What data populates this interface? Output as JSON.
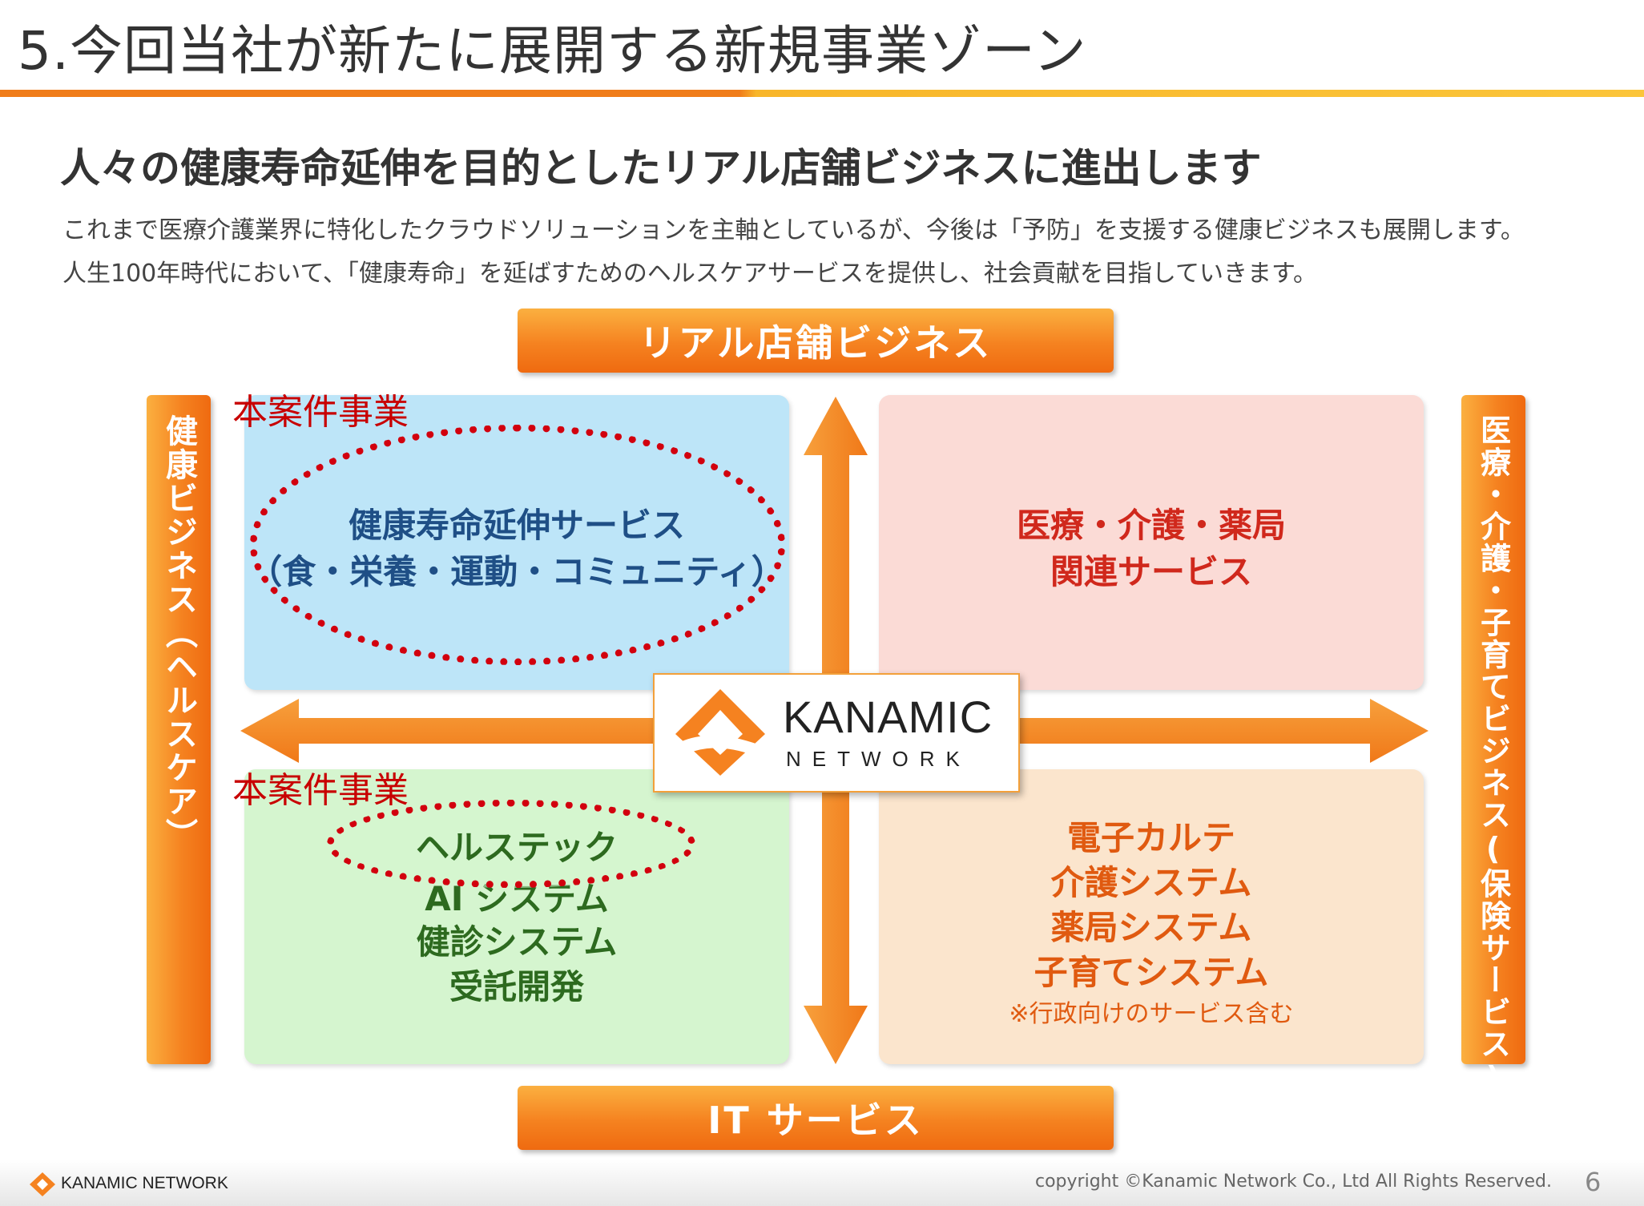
{
  "header": {
    "title": "5.今回当社が新たに展開する新規事業ゾーン"
  },
  "subtitle": "人々の健康寿命延伸を目的としたリアル店舗ビジネスに進出します",
  "description": {
    "line1": "これまで医療介護業界に特化したクラウドソリューションを主軸としているが、今後は「予防」を支援する健康ビジネスも展開します。",
    "line2": "人生100年時代において、「健康寿命」を延ばすためのヘルスケアサービスを提供し、社会貢献を目指していきます。"
  },
  "axes": {
    "top": "リアル店舗ビジネス",
    "bottom": "IT サービス",
    "left": "健康ビジネス（ヘルスケア）",
    "right": "医療・介護・子育てビジネス(保険サービス)"
  },
  "quadrants": {
    "top_left": {
      "line1": "健康寿命延伸サービス",
      "line2": "（食・栄養・運動・コミュニティ）",
      "label": "本案件事業"
    },
    "top_right": {
      "line1": "医療・介護・薬局",
      "line2": "関連サービス"
    },
    "bottom_left": {
      "label": "本案件事業",
      "items": [
        "ヘルステック",
        "AI システム",
        "健診システム",
        "受託開発"
      ]
    },
    "bottom_right": {
      "items": [
        "電子カルテ",
        "介護システム",
        "薬局システム",
        "子育てシステム"
      ],
      "note": "※行政向けのサービス含む"
    }
  },
  "center_logo": {
    "name": "KANAMIC",
    "sub": "NETWORK"
  },
  "footer": {
    "logo_text": "KANAMIC NETWORK",
    "copyright": "copyright ©Kanamic Network Co., Ltd All Rights Reserved.",
    "page_number": "6"
  },
  "colors": {
    "orange": "#f58220",
    "quadrant_top_left": "#bde5f8",
    "quadrant_top_right": "#fbdbd6",
    "quadrant_bottom_left": "#d5f5cf",
    "quadrant_bottom_right": "#fbe5cd",
    "highlight_red": "#c80000"
  }
}
